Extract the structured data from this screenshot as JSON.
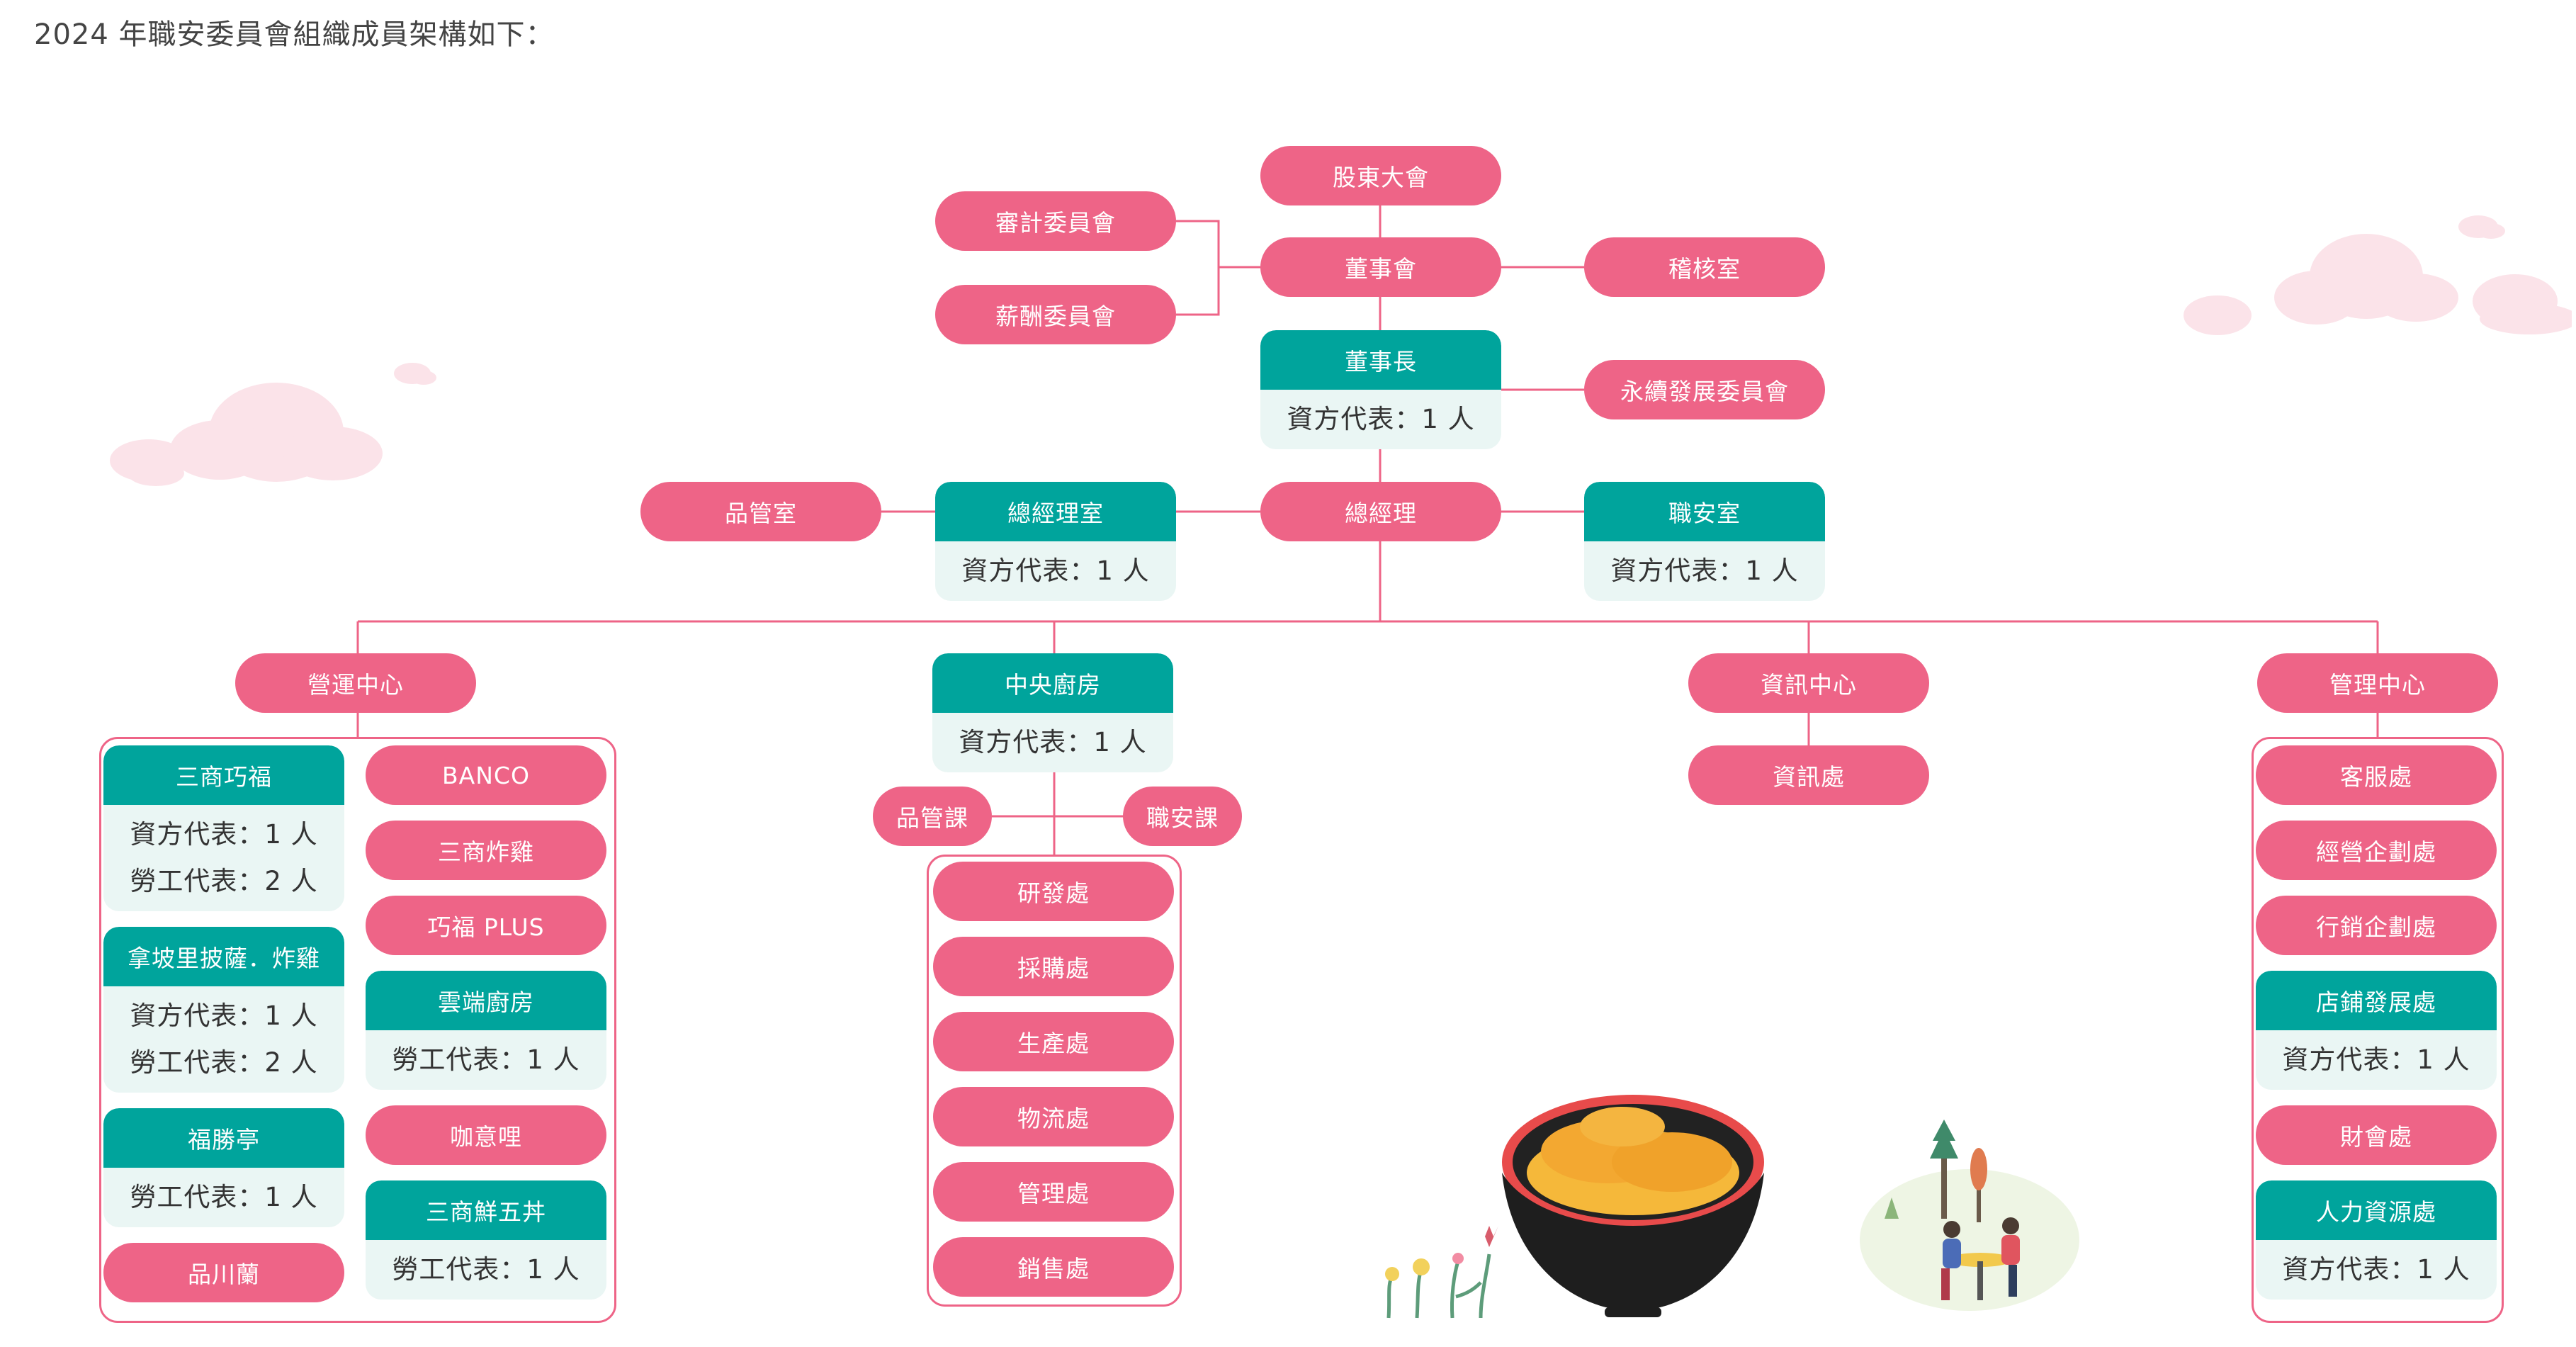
{
  "intro": "2024 年職安委員會組織成員架構如下：",
  "nodes": {
    "shareholders": "股東大會",
    "audit_committee": "審計委員會",
    "board": "董事會",
    "audit_office": "稽核室",
    "remuneration_committee": "薪酬委員會",
    "chairman": "董事長",
    "chairman_rep": "資方代表：1 人",
    "esg_committee": "永續發展委員會",
    "qc_office": "品管室",
    "gm_office": "總經理室",
    "gm_office_rep": "資方代表：1 人",
    "gm": "總經理",
    "safety_office": "職安室",
    "safety_office_rep": "資方代表：1 人",
    "ops_center": "營運中心",
    "central_kitchen": "中央廚房",
    "central_kitchen_rep": "資方代表：1 人",
    "it_center": "資訊中心",
    "mgmt_center": "管理中心",
    "it_dept": "資訊處",
    "qc_section": "品管課",
    "safety_section": "職安課"
  },
  "ops_left": [
    {
      "name": "三商巧福",
      "lines": [
        "資方代表：1 人",
        "勞工代表：2 人"
      ]
    },
    {
      "name": "拿坡里披薩．炸雞",
      "lines": [
        "資方代表：1 人",
        "勞工代表：2 人"
      ]
    },
    {
      "name": "福勝亭",
      "lines": [
        "勞工代表：1 人"
      ]
    },
    {
      "name": "品川蘭",
      "lines": []
    }
  ],
  "ops_right": [
    {
      "name": "BANCO",
      "lines": []
    },
    {
      "name": "三商炸雞",
      "lines": []
    },
    {
      "name": "巧福 PLUS",
      "lines": []
    },
    {
      "name": "雲端廚房",
      "lines": [
        "勞工代表：1 人"
      ]
    },
    {
      "name": "咖意哩",
      "lines": []
    },
    {
      "name": "三商鮮五丼",
      "lines": [
        "勞工代表：1 人"
      ]
    }
  ],
  "kitchen_depts": [
    "研發處",
    "採購處",
    "生產處",
    "物流處",
    "管理處",
    "銷售處"
  ],
  "mgmt_depts": [
    {
      "name": "客服處",
      "lines": []
    },
    {
      "name": "經營企劃處",
      "lines": []
    },
    {
      "name": "行銷企劃處",
      "lines": []
    },
    {
      "name": "店鋪發展處",
      "lines": [
        "資方代表：1 人"
      ]
    },
    {
      "name": "財會處",
      "lines": []
    },
    {
      "name": "人力資源處",
      "lines": [
        "資方代表：1 人"
      ]
    }
  ],
  "colors": {
    "pink": "#ee6487",
    "teal": "#00a49c",
    "card_bg": "#eaf6f4",
    "cloud": "#fbe3e9"
  }
}
